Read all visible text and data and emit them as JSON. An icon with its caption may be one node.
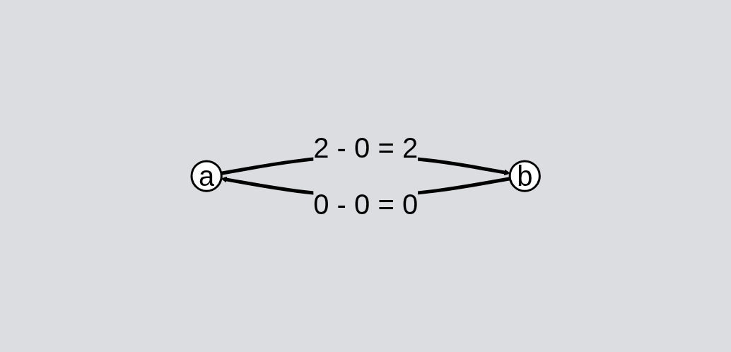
{
  "diagram": {
    "nodes": [
      {
        "text": [
          "a"
        ]
      },
      {
        "text": [
          "b"
        ]
      }
    ],
    "edges": [
      {
        "from": 0,
        "to": 1,
        "arrow": "to",
        "label": "2 - 0 = 2"
      },
      {
        "from": 1,
        "to": 0,
        "arrow": "to",
        "label": "0 - 0 = 0"
      }
    ]
  }
}
